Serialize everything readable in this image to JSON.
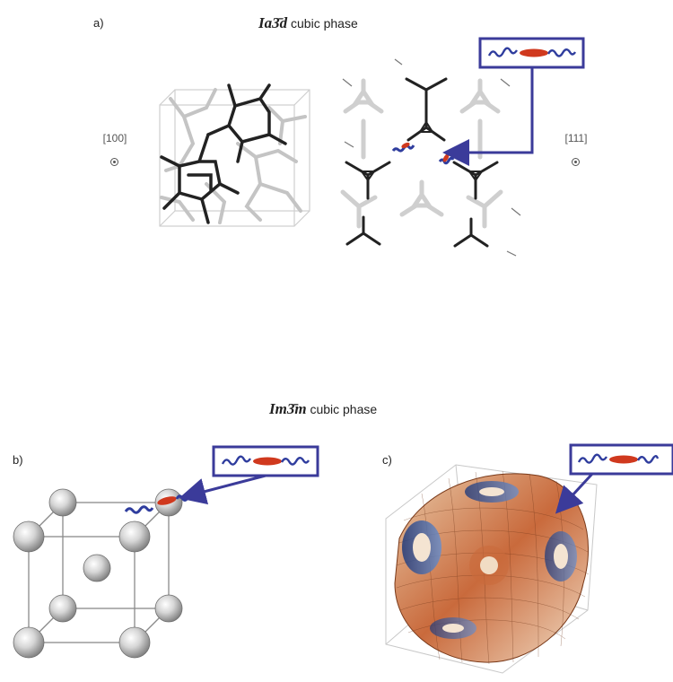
{
  "panel_a": {
    "label": "a)",
    "title_group": "Ia3̄d",
    "title_rest": "cubic phase",
    "dir_left": "[100]",
    "dir_right": "[111]"
  },
  "panel_bc": {
    "title_group": "Im3̄m",
    "title_rest": "cubic phase",
    "label_b": "b)",
    "label_c": "c)"
  },
  "colors": {
    "callout_border": "#3b3b9a",
    "polymer_blue": "#2f3d9e",
    "polymer_red": "#d0391e",
    "network_dark": "#222222",
    "network_light": "#c8c8c8"
  }
}
